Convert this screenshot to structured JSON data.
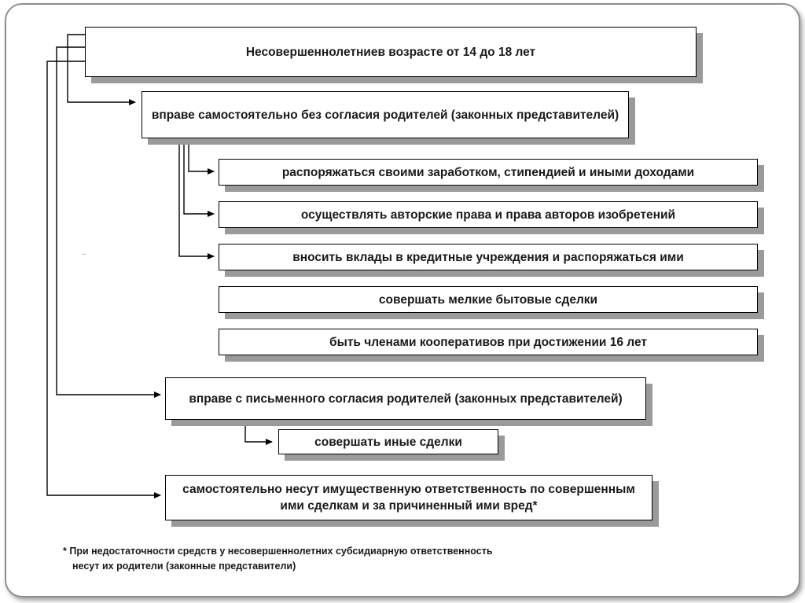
{
  "diagram": {
    "title": "Несовершеннолетниев возрасте от 14 до 18 лет",
    "without_consent": {
      "label": "вправе самостоятельно без согласия родителей (законных представителей)",
      "items": [
        "распоряжаться своими заработком, стипендией и иными доходами",
        "осуществлять авторские права и права авторов изобретений",
        "вносить вклады в кредитные учреждения и распоряжаться ими",
        "совершать мелкие бытовые сделки",
        "быть членами кооперативов при достижении 16 лет"
      ]
    },
    "with_consent": {
      "label": "вправе с письменного согласия родителей (законных представителей)",
      "items": [
        "совершать иные сделки"
      ]
    },
    "liability": {
      "label": "самостоятельно несут имущественную ответственность по совершенным ими сделкам и за причиненный ими вред*"
    },
    "footnote": {
      "line1": "* При недостаточности средств у несовершеннолетних субсидиарную ответственность",
      "line2": "несут их родители (законные представители)"
    },
    "stray_mark": ".."
  }
}
